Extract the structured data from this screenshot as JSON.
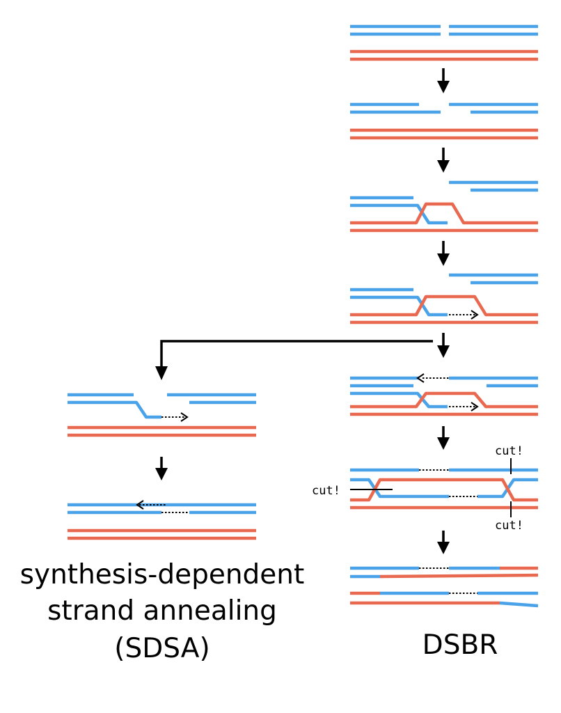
{
  "labels": {
    "sdsa_line1": "synthesis-dependent",
    "sdsa_line2": "strand annealing",
    "sdsa_line3": "(SDSA)",
    "dsbr": "DSBR",
    "cut_left": "cut!",
    "cut_top": "cut!",
    "cut_bottom": "cut!"
  },
  "colors": {
    "strand_blue": "#4aa3e8",
    "strand_red": "#e8694f",
    "arrow": "#000000",
    "background": "#ffffff"
  }
}
